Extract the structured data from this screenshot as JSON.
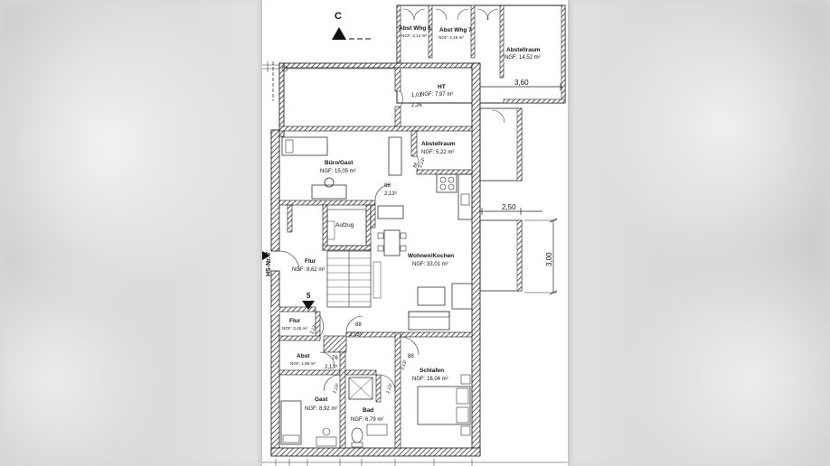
{
  "section_markers": {
    "c": "C",
    "s5": "5"
  },
  "house_label": "HS-Nr. 7",
  "rooms": [
    {
      "id": "abst-whg6",
      "name": "Abst Whg 6",
      "area": "NGF: 3,14 m²"
    },
    {
      "id": "abst-whg7",
      "name": "Abst Whg 7",
      "area": "NGF: 4,15 m²"
    },
    {
      "id": "abstellraum-ext",
      "name": "Abstellraum",
      "area": "NGF: 14,52 m²"
    },
    {
      "id": "ht",
      "name": "HT",
      "area": "NGF: 7,97 m²"
    },
    {
      "id": "abstellraum",
      "name": "Abstellraum",
      "area": "NGF: 5,22 m²"
    },
    {
      "id": "buero",
      "name": "Büro/Gast",
      "area": "NGF: 15,05 m²"
    },
    {
      "id": "aufzug",
      "name": "Aufzug",
      "area": ""
    },
    {
      "id": "flur1",
      "name": "Flur",
      "area": "NGF: 8,62 m²"
    },
    {
      "id": "wohnen",
      "name": "Wohnen/Kochen",
      "area": "NGF: 33,01 m²"
    },
    {
      "id": "flur2",
      "name": "Flur",
      "area": "NGF: 3,45 m²"
    },
    {
      "id": "abst",
      "name": "Abst",
      "area": "NGF: 1,96 m²"
    },
    {
      "id": "schlafen",
      "name": "Schlafen",
      "area": "NGF: 16,04 m²"
    },
    {
      "id": "gast",
      "name": "Gast",
      "area": "NGF: 8,92 m²"
    },
    {
      "id": "bad",
      "name": "Bad",
      "area": "NGF: 6,79 m²"
    }
  ],
  "dimensions": {
    "d360": "3,60",
    "d250": "2,50",
    "d300": "3,00",
    "door_88a": "88",
    "door_213a": "2,13⁵",
    "door_101": "1,01",
    "door_226": "2,26",
    "door_88b": "88",
    "door_213b": "2,13⁵",
    "door_88c": "88",
    "door_213c": "2,13⁵",
    "door_76": "76",
    "door_213d": "2,13⁵",
    "door_88d": "88",
    "door_213e": "2,13⁵",
    "door_213f": "2,13⁵",
    "door_213g": "2,13⁵",
    "door_213h": "2,13⁵"
  },
  "colors": {
    "wall": "#1a1a1a",
    "hatch": "#555555",
    "paper": "#ffffff",
    "line": "#222222"
  }
}
